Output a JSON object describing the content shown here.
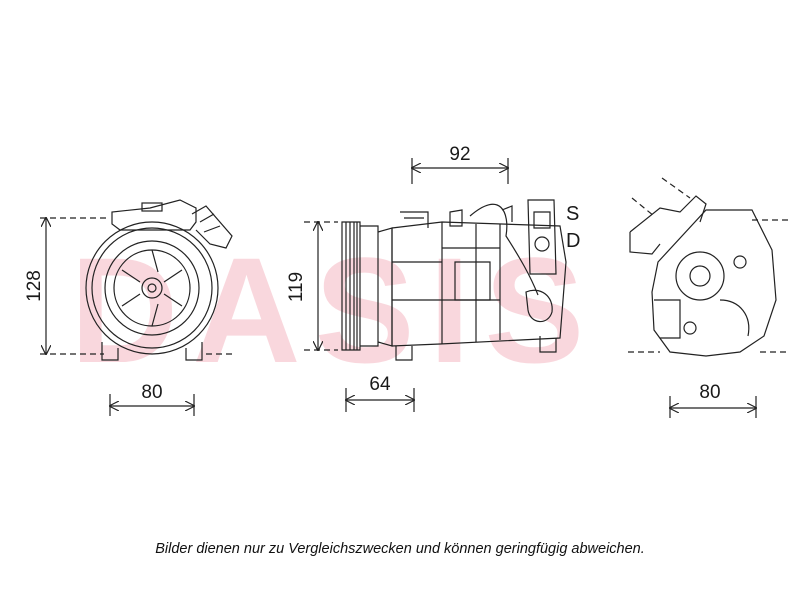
{
  "watermark": {
    "text": "DASIS",
    "color": "#f2a8b4"
  },
  "views": {
    "front": {
      "height_label": "128",
      "width_label": "80"
    },
    "side": {
      "length_label": "92",
      "height_label": "119",
      "mount_label": "64",
      "port_s": "S",
      "port_d": "D"
    },
    "rear": {
      "width_label": "80"
    }
  },
  "caption": "Bilder dienen nur zu Vergleichszwecken und können geringfügig abweichen."
}
